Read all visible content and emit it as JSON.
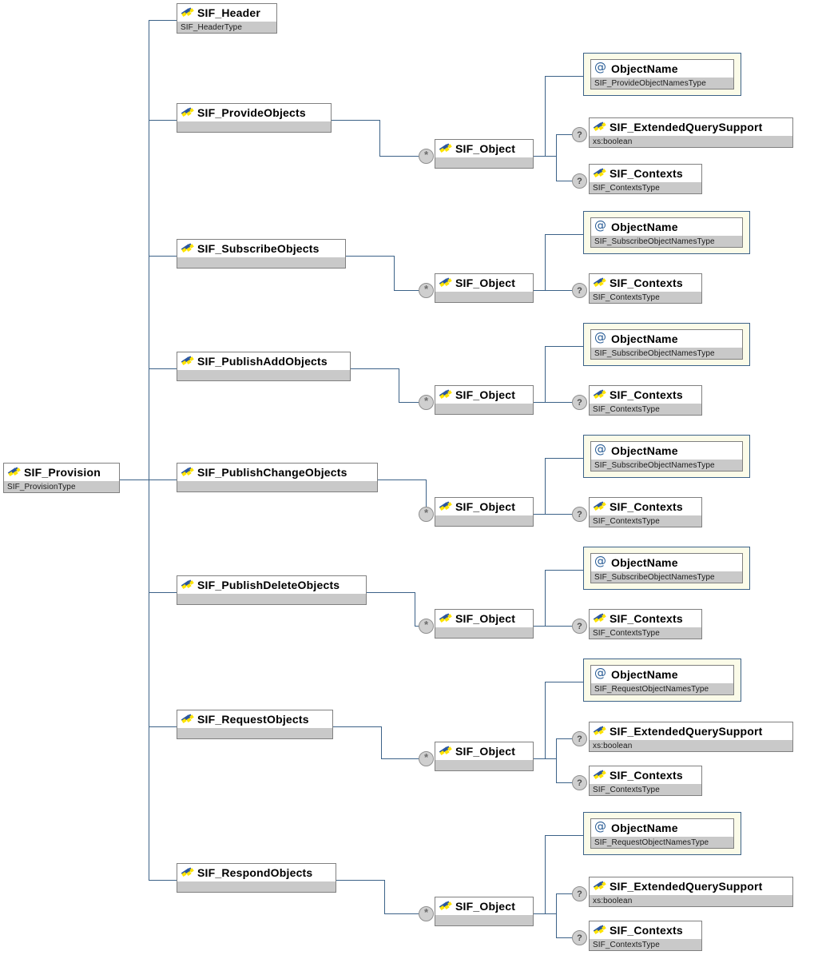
{
  "diagram": {
    "kind": "xml-schema-tree",
    "root": {
      "name": "SIF_Provision",
      "type": "SIF_ProvisionType",
      "icon": "element-icon"
    },
    "icons": {
      "element": "element-icon",
      "attribute": "at-attribute-icon"
    },
    "occurrence": {
      "optional": "?",
      "repeat": "*"
    },
    "labels": {
      "sif_object": "SIF_Object",
      "object_name": "ObjectName",
      "contexts": "SIF_Contexts",
      "contexts_type": "SIF_ContextsType",
      "eqs": "SIF_ExtendedQuerySupport",
      "eqs_type": "xs:boolean"
    },
    "branches": [
      {
        "name": "SIF_Header",
        "type": "SIF_HeaderType",
        "children": []
      },
      {
        "name": "SIF_ProvideObjects",
        "type": "",
        "object": "SIF_Object",
        "children": [
          {
            "kind": "attribute",
            "name": "ObjectName",
            "type": "SIF_ProvideObjectNamesType",
            "occ": ""
          },
          {
            "kind": "element",
            "name": "SIF_ExtendedQuerySupport",
            "type": "xs:boolean",
            "occ": "?"
          },
          {
            "kind": "element",
            "name": "SIF_Contexts",
            "type": "SIF_ContextsType",
            "occ": "?"
          }
        ]
      },
      {
        "name": "SIF_SubscribeObjects",
        "type": "",
        "object": "SIF_Object",
        "children": [
          {
            "kind": "attribute",
            "name": "ObjectName",
            "type": "SIF_SubscribeObjectNamesType",
            "occ": ""
          },
          {
            "kind": "element",
            "name": "SIF_Contexts",
            "type": "SIF_ContextsType",
            "occ": "?"
          }
        ]
      },
      {
        "name": "SIF_PublishAddObjects",
        "type": "",
        "object": "SIF_Object",
        "children": [
          {
            "kind": "attribute",
            "name": "ObjectName",
            "type": "SIF_SubscribeObjectNamesType",
            "occ": ""
          },
          {
            "kind": "element",
            "name": "SIF_Contexts",
            "type": "SIF_ContextsType",
            "occ": "?"
          }
        ]
      },
      {
        "name": "SIF_PublishChangeObjects",
        "type": "",
        "object": "SIF_Object",
        "children": [
          {
            "kind": "attribute",
            "name": "ObjectName",
            "type": "SIF_SubscribeObjectNamesType",
            "occ": ""
          },
          {
            "kind": "element",
            "name": "SIF_Contexts",
            "type": "SIF_ContextsType",
            "occ": "?"
          }
        ]
      },
      {
        "name": "SIF_PublishDeleteObjects",
        "type": "",
        "object": "SIF_Object",
        "children": [
          {
            "kind": "attribute",
            "name": "ObjectName",
            "type": "SIF_SubscribeObjectNamesType",
            "occ": ""
          },
          {
            "kind": "element",
            "name": "SIF_Contexts",
            "type": "SIF_ContextsType",
            "occ": "?"
          }
        ]
      },
      {
        "name": "SIF_RequestObjects",
        "type": "",
        "object": "SIF_Object",
        "children": [
          {
            "kind": "attribute",
            "name": "ObjectName",
            "type": "SIF_RequestObjectNamesType",
            "occ": ""
          },
          {
            "kind": "element",
            "name": "SIF_ExtendedQuerySupport",
            "type": "xs:boolean",
            "occ": "?"
          },
          {
            "kind": "element",
            "name": "SIF_Contexts",
            "type": "SIF_ContextsType",
            "occ": "?"
          }
        ]
      },
      {
        "name": "SIF_RespondObjects",
        "type": "",
        "object": "SIF_Object",
        "children": [
          {
            "kind": "attribute",
            "name": "ObjectName",
            "type": "SIF_RequestObjectNamesType",
            "occ": ""
          },
          {
            "kind": "element",
            "name": "SIF_ExtendedQuerySupport",
            "type": "xs:boolean",
            "occ": "?"
          },
          {
            "kind": "element",
            "name": "SIF_Contexts",
            "type": "SIF_ContextsType",
            "occ": "?"
          }
        ]
      }
    ],
    "colors": {
      "line": "#3c6288",
      "box_border": "#808080",
      "title_bg": "#ffffff",
      "type_bg": "#c9c9c9",
      "attr_frame_bg": "#fbfbe8",
      "attr_frame_border": "#3c6288",
      "icon_blue": "#2a56a0",
      "icon_yellow": "#ffe400",
      "occ_bg": "#cfcfcf"
    }
  }
}
